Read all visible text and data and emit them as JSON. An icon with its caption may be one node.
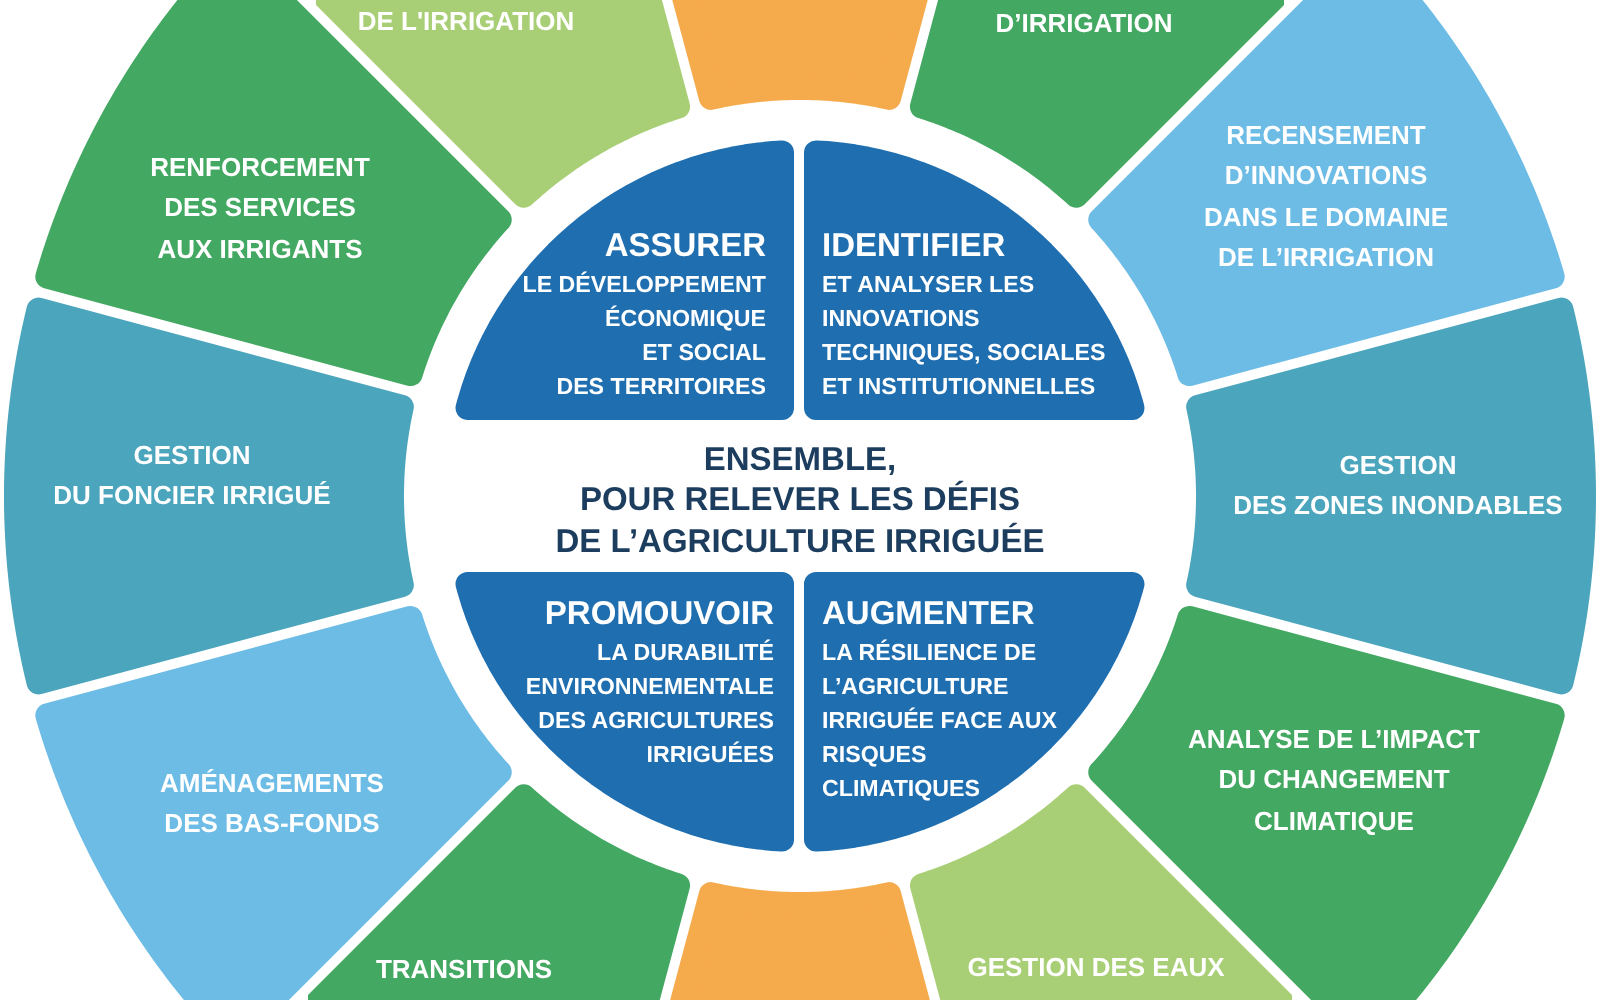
{
  "diagram": {
    "nodes": [
      {
        "text": [
          "DE L'IRRIGATION"
        ]
      },
      {
        "text": [],
        "shape": "box"
      },
      {
        "text": [
          "D’IRRIGATION"
        ]
      },
      {
        "text": [
          "RENFORCEMENT DES SERVICES AUX IRRIGANTS"
        ]
      },
      {
        "text": [
          "RECENSEMENT D’INNOVATIONS DANS LE DOMAINE DE L’IRRIGATION"
        ]
      },
      {
        "text": [
          "ASSURER",
          "LE DÉVELOPPEMENT ÉCONOMIQUE ET SOCIAL DES TERRITOIRES"
        ]
      },
      {
        "text": [
          "IDENTIFIER",
          "ET ANALYSER LES INNOVATIONS TECHNIQUES, SOCIALES ET INSTITUTIONNELLES"
        ]
      },
      {
        "text": [
          "GESTION DU FONCIER IRRIGUÉ"
        ]
      },
      {
        "text": [
          "GESTION DES ZONES INONDABLES"
        ]
      },
      {
        "text": [
          "PROMOUVOIR",
          "LA DURABILITÉ ENVIRONNEMENTALE DES AGRICULTURES IRRIGUÉES"
        ]
      },
      {
        "text": [
          "AUGMENTER",
          "LA RÉSILIENCE DE L’AGRICULTURE IRRIGUÉE FACE AUX RISQUES CLIMATIQUES"
        ]
      },
      {
        "text": [
          "AMÉNAGEMENTS DES BAS-FONDS"
        ]
      },
      {
        "text": [
          "ANALYSE DE L’IMPACT DU CHANGEMENT CLIMATIQUE"
        ]
      },
      {
        "text": [
          "TRANSITIONS"
        ]
      },
      {
        "text": [],
        "shape": "box"
      },
      {
        "text": [
          "GESTION DES EAUX"
        ]
      }
    ],
    "labels": [
      "ENSEMBLE, POUR RELEVER LES DÉFIS DE L’AGRICULTURE IRRIGUÉE"
    ]
  }
}
